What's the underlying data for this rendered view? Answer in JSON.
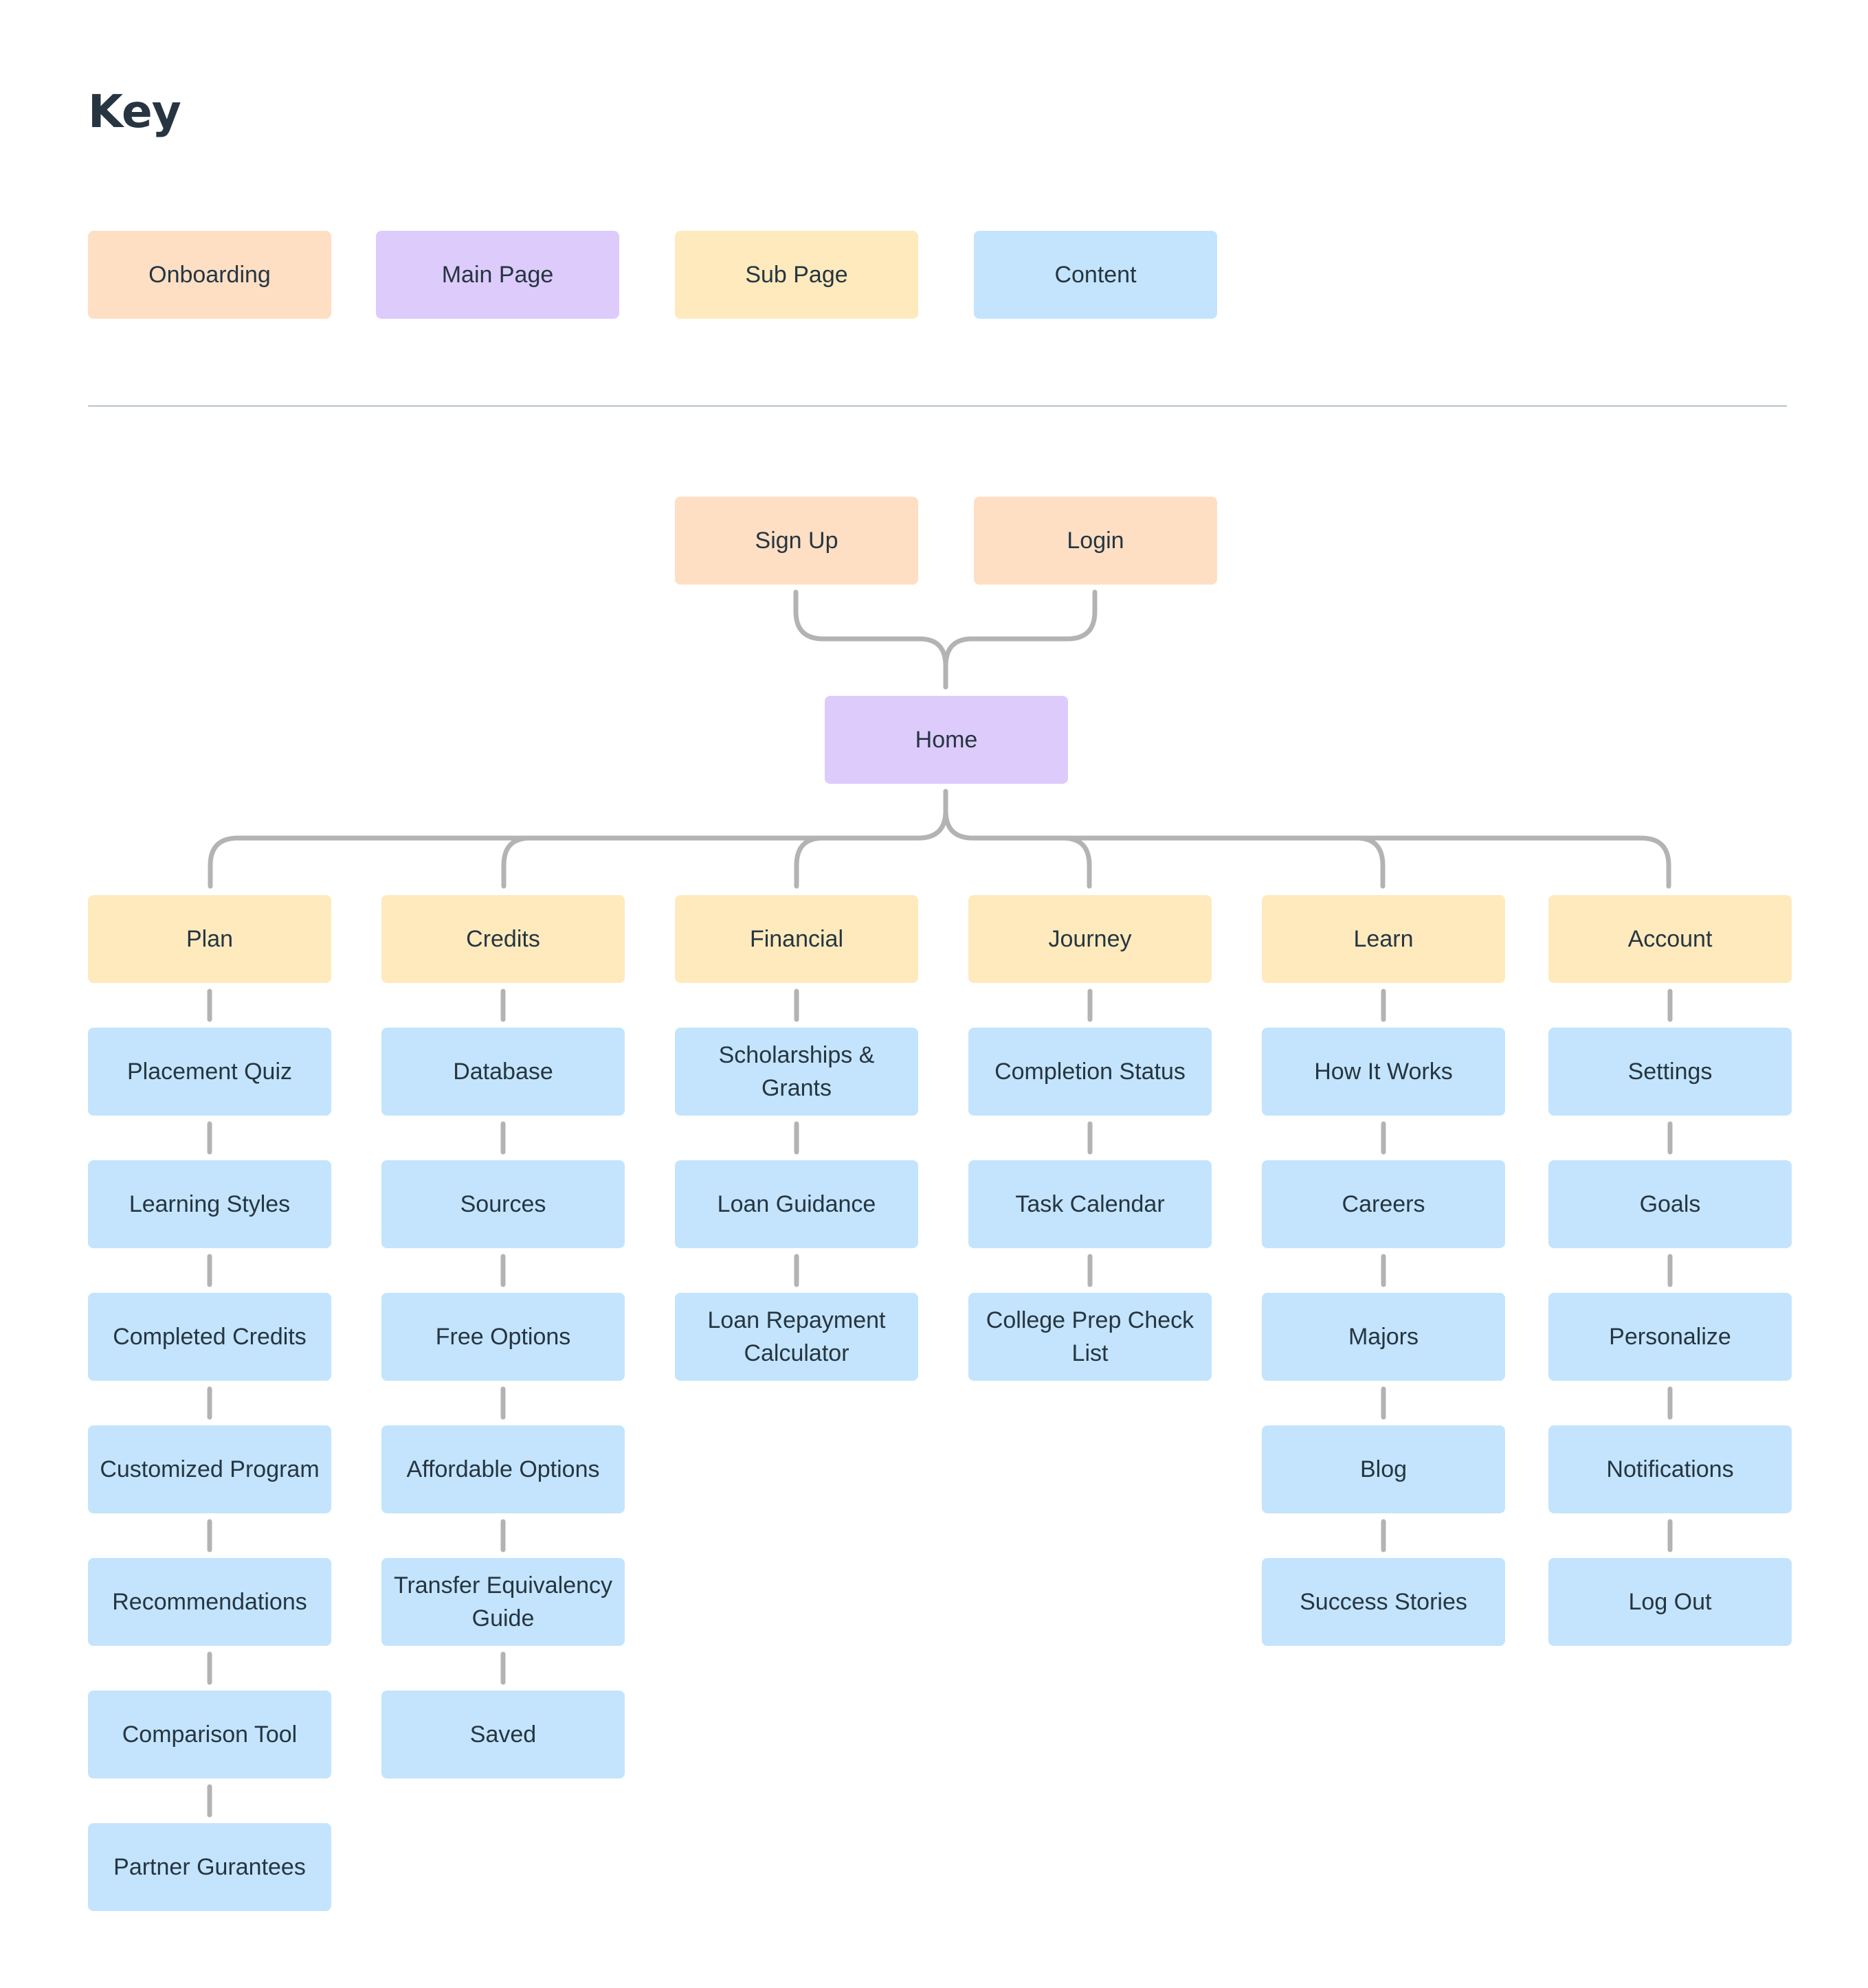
{
  "key": {
    "title": "Key",
    "items": [
      "Onboarding",
      "Main Page",
      "Sub Page",
      "Content"
    ]
  },
  "colors": {
    "onboarding": "#fedfc4",
    "main_page": "#ddcbfc",
    "sub_page": "#feeabd",
    "content": "#c3e4fc",
    "connector": "#b3b3b3",
    "text": "#263541"
  },
  "sitemap": {
    "onboarding": [
      "Sign Up",
      "Login"
    ],
    "home": "Home",
    "sections": [
      {
        "label": "Plan",
        "children": [
          "Placement Quiz",
          "Learning Styles",
          "Completed Credits",
          "Customized Program",
          "Recommendations",
          "Comparison Tool",
          "Partner Gurantees"
        ]
      },
      {
        "label": "Credits",
        "children": [
          "Database",
          "Sources",
          "Free Options",
          "Affordable Options",
          "Transfer Equivalency Guide",
          "Saved"
        ]
      },
      {
        "label": "Financial",
        "children": [
          "Scholarships & Grants",
          "Loan Guidance",
          "Loan Repayment Calculator"
        ]
      },
      {
        "label": "Journey",
        "children": [
          "Completion Status",
          "Task Calendar",
          "College Prep Check List"
        ]
      },
      {
        "label": "Learn",
        "children": [
          "How It Works",
          "Careers",
          "Majors",
          "Blog",
          "Success Stories"
        ]
      },
      {
        "label": "Account",
        "children": [
          "Settings",
          "Goals",
          "Personalize",
          "Notifications",
          "Log Out"
        ]
      }
    ]
  }
}
